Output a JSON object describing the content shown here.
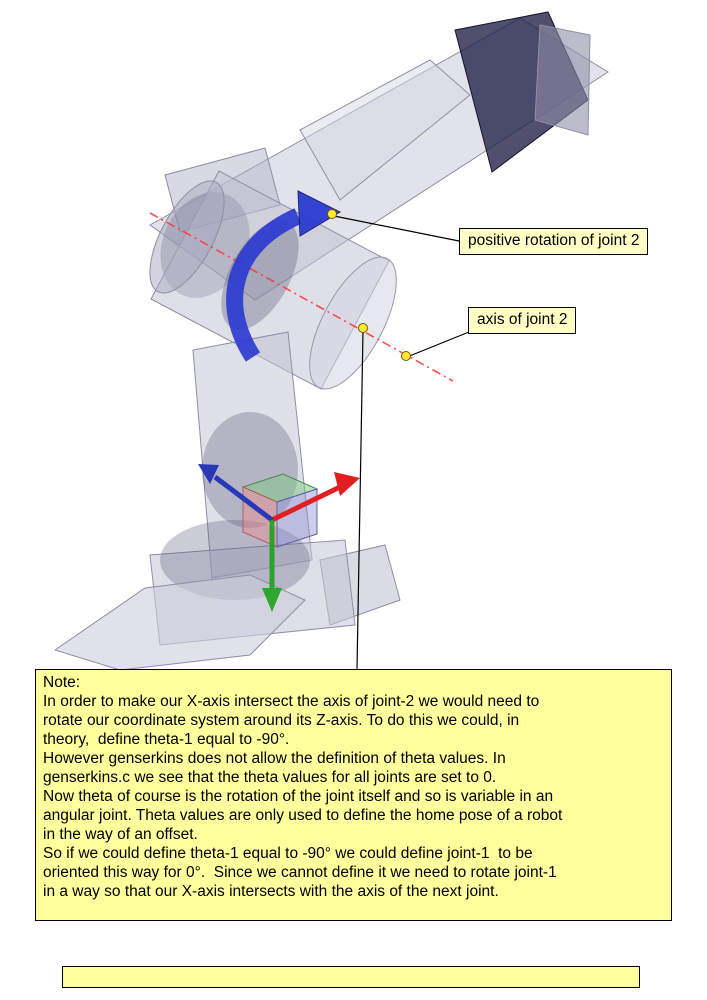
{
  "callouts": {
    "rotation": {
      "label": "positive rotation of joint 2"
    },
    "axis": {
      "label": "axis of joint 2"
    }
  },
  "note": {
    "title": "Note:",
    "lines": [
      "In order to make our X-axis intersect the axis of joint-2 we would need to",
      "rotate our coordinate system around its Z-axis. To do this we could, in",
      "theory,  define theta-1 equal to -90°.",
      "However genserkins does not allow the definition of theta values. In",
      "genserkins.c we see that the theta values for all joints are set to 0.",
      "Now theta of course is the rotation of the joint itself and so is variable in an",
      "angular joint. Theta values are only used to define the home pose of a robot",
      "in the way of an offset.",
      "So if we could define theta-1 equal to -90° we could define joint-1  to be",
      "oriented this way for 0°.  Since we cannot define it we need to rotate joint-1",
      "in a way so that our X-axis intersects with the axis of the next joint."
    ]
  },
  "colors": {
    "note_background": "#ffff9e",
    "callout_background": "#ffffc6",
    "joint_axis_red": "#ff3333",
    "rotation_arrow_blue": "#2b3bd0",
    "marker_yellow": "#ffe832",
    "frame_red_axis": "#e02020",
    "frame_green_axis": "#1ea21e",
    "frame_blue_axis": "#2838b8",
    "robot_body_gray": "#c6c6d6"
  }
}
